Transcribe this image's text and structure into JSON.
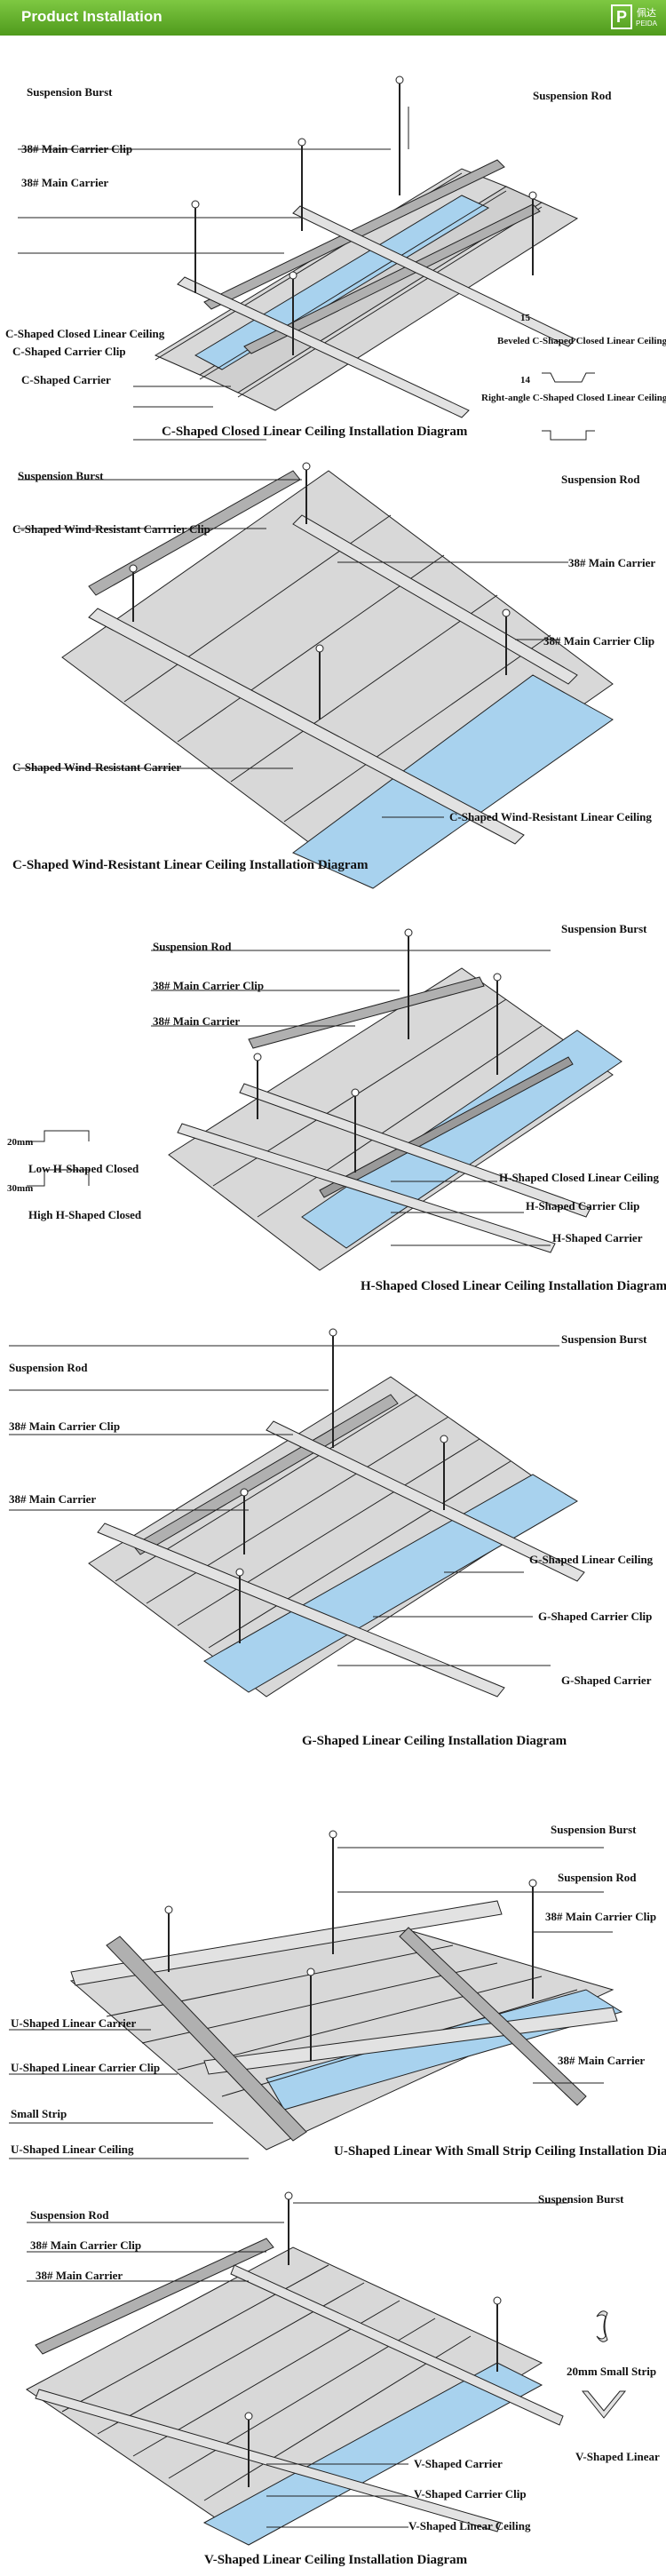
{
  "header": {
    "title": "Product Installation",
    "logo_letter": "P",
    "logo_cn": "佩达",
    "logo_en": "PEIDA",
    "bg_color": "#5aac22"
  },
  "colors": {
    "panel": "#d8d8d8",
    "panel_dark": "#9a9a9a",
    "highlight": "#a8d2ee",
    "line": "#222222"
  },
  "d1": {
    "title": "C-Shaped Closed Linear Ceiling Installation Diagram",
    "suspension_burst": "Suspension Burst",
    "suspension_rod": "Suspension Rod",
    "main_carrier_clip": "38# Main Carrier Clip",
    "main_carrier": "38# Main Carrier",
    "linear_ceiling": "C-Shaped Closed Linear Ceiling",
    "carrier_clip": "C-Shaped Carrier Clip",
    "carrier": "C-Shaped Carrier",
    "profile1_num": "15",
    "profile1_name": "Beveled C-Shaped Closed Linear Ceiling",
    "profile2_num": "14",
    "profile2_name": "Right-angle C-Shaped Closed Linear Ceiling"
  },
  "d2": {
    "title": "C-Shaped Wind-Resistant Linear Ceiling Installation Diagram",
    "suspension_burst": "Suspension Burst",
    "suspension_rod": "Suspension Rod",
    "carrier_clip": "C-Shaped Wind-Resistant Carrrier Clip",
    "main_carrier": "38# Main Carrier",
    "main_carrier_clip": "38# Main Carrier Clip",
    "carrier": "C-Shaped Wind-Resistant Carrier",
    "linear_ceiling": "C-Shaped Wind-Resistant Linear Ceiling"
  },
  "d3": {
    "title": "H-Shaped Closed Linear Ceiling Installation Diagram",
    "suspension_rod": "Suspension Rod",
    "suspension_burst": "Suspension Burst",
    "main_carrier_clip": "38# Main Carrier Clip",
    "main_carrier": "38# Main Carrier",
    "dim_low": "20mm",
    "low_name": "Low H-Shaped Closed",
    "dim_high": "30mm",
    "high_name": "High H-Shaped Closed",
    "linear_ceiling": "H-Shaped Closed Linear Ceiling",
    "carrier_clip": "H-Shaped Carrier Clip",
    "carrier": "H-Shaped Carrier"
  },
  "d4": {
    "title": "G-Shaped Linear Ceiling Installation Diagram",
    "suspension_burst": "Suspension Burst",
    "suspension_rod": "Suspension Rod",
    "main_carrier_clip": "38# Main Carrier Clip",
    "main_carrier": "38# Main Carrier",
    "linear_ceiling": "G-Shaped Linear Ceiling",
    "carrier_clip": "G-Shaped Carrier Clip",
    "carrier": "G-Shaped Carrier"
  },
  "d5": {
    "title": "U-Shaped Linear With Small Strip Ceiling Installation Diagram",
    "suspension_burst": "Suspension Burst",
    "suspension_rod": "Suspension Rod",
    "main_carrier_clip": "38# Main Carrier Clip",
    "linear_carrier": "U-Shaped Linear Carrier",
    "linear_carrier_clip": "U-Shaped Linear Carrier Clip",
    "main_carrier": "38# Main Carrier",
    "small_strip": "Small Strip",
    "linear_ceiling": "U-Shaped Linear Ceiling"
  },
  "d6": {
    "title": "V-Shaped Linear Ceiling Installation Diagram",
    "suspension_burst": "Suspension Burst",
    "suspension_rod": "Suspension Rod",
    "main_carrier_clip": "38# Main Carrier Clip",
    "main_carrier": "38# Main Carrier",
    "small_strip": "20mm Small Strip",
    "v_linear": "V-Shaped Linear",
    "carrier": "V-Shaped Carrier",
    "carrier_clip": "V-Shaped Carrier Clip",
    "linear_ceiling": "V-Shaped Linear Ceiling"
  }
}
